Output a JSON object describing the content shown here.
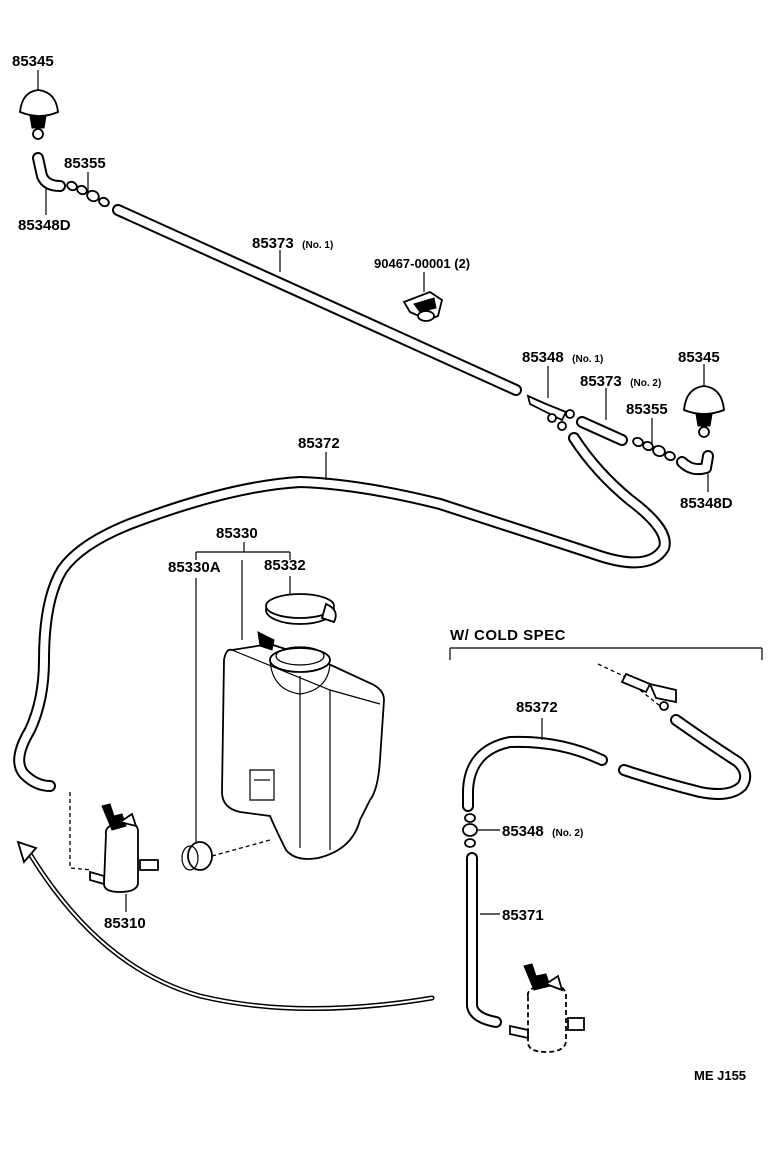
{
  "labels": {
    "nozzle_left": "85345",
    "nozzle_right": "85345",
    "joint_left": "85355",
    "joint_right": "85355",
    "elbow_left": "85348D",
    "elbow_right": "85348D",
    "hose_main": "85373",
    "hose_main_sub": "(No. 1)",
    "clip": "90467-00001 (2)",
    "tjoint": "85348",
    "tjoint_sub": "(No. 1)",
    "hose_short": "85373",
    "hose_short_sub": "(No. 2)",
    "hose_long": "85372",
    "tank_assy": "85330",
    "tank_sub": "85330A",
    "cap": "85332",
    "pump": "85310",
    "cold_header": "W/ COLD  SPEC",
    "cold_hose": "85372",
    "cold_joint": "85348",
    "cold_joint_sub": "(No. 2)",
    "cold_hose2": "85371",
    "page_code": "ME  J155"
  }
}
